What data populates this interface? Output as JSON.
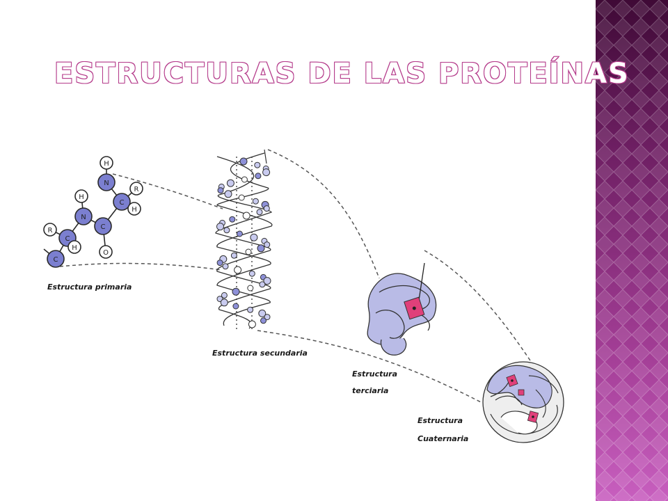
{
  "slide": {
    "title": "ESTRUCTURAS DE LAS PROTEÍNAS",
    "accent_color": "#b43a8a",
    "panel_colors": [
      "#3f0a36",
      "#6e1f63",
      "#a23d95",
      "#c85fbf"
    ]
  },
  "diagram": {
    "labels": {
      "primary": "Estructura primaria",
      "secondary": "Estructura secundaria",
      "tertiary_line1": "Estructura",
      "tertiary_line2": "terciaria",
      "quaternary_line1": "Estructura",
      "quaternary_line2": "Cuaternaria"
    },
    "atoms": {
      "h": "H",
      "n": "N",
      "c": "C",
      "r": "R",
      "o": "O"
    },
    "colors": {
      "atom_fill": "#7b7fd0",
      "helix_fill": "#c9cbef",
      "fold_fill": "#b9bbe6",
      "heme": "#e0407a",
      "connector": "#555555"
    }
  }
}
